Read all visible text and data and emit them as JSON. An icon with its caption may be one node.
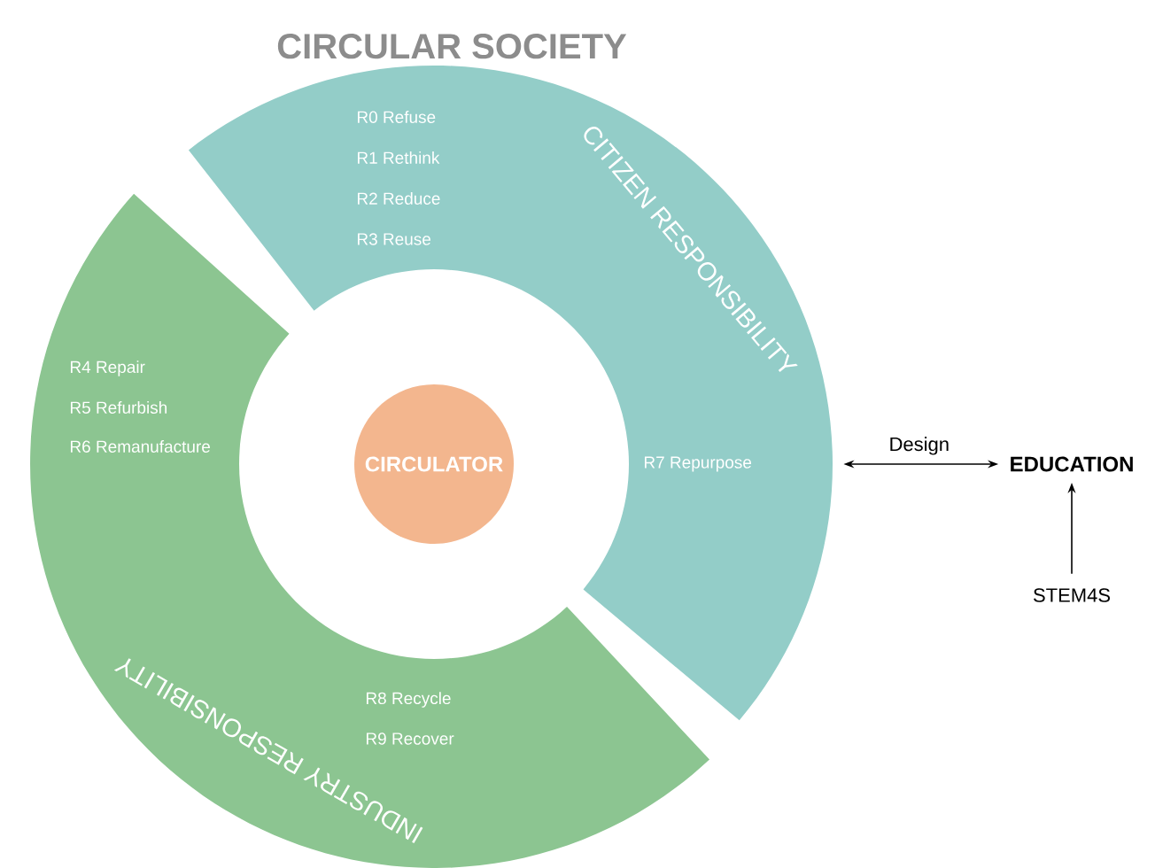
{
  "diagram": {
    "title": "CIRCULAR SOCIETY",
    "nodes": [
      {
        "text": [
          "CITIZEN RESPONSIBILITY",
          "R0 Refuse",
          "R1 Rethink",
          "R2 Reduce",
          "R3 Reuse",
          "R7 Repurpose"
        ]
      },
      {
        "text": [
          "INDUSTRY RESPONSIBILITY",
          "R4 Repair",
          "R5 Refurbish",
          "R6 Remanufacture",
          "R8 Recycle",
          "R9 Recover"
        ]
      },
      {
        "text": [
          "CIRCULATOR"
        ]
      },
      {
        "text": [
          "EDUCATION"
        ]
      },
      {
        "text": [
          "STEM4S"
        ]
      }
    ],
    "edges": [
      {
        "from": 0,
        "to": 3,
        "arrow": "both",
        "label": "Design"
      },
      {
        "from": 4,
        "to": 3,
        "arrow": "to"
      }
    ]
  }
}
